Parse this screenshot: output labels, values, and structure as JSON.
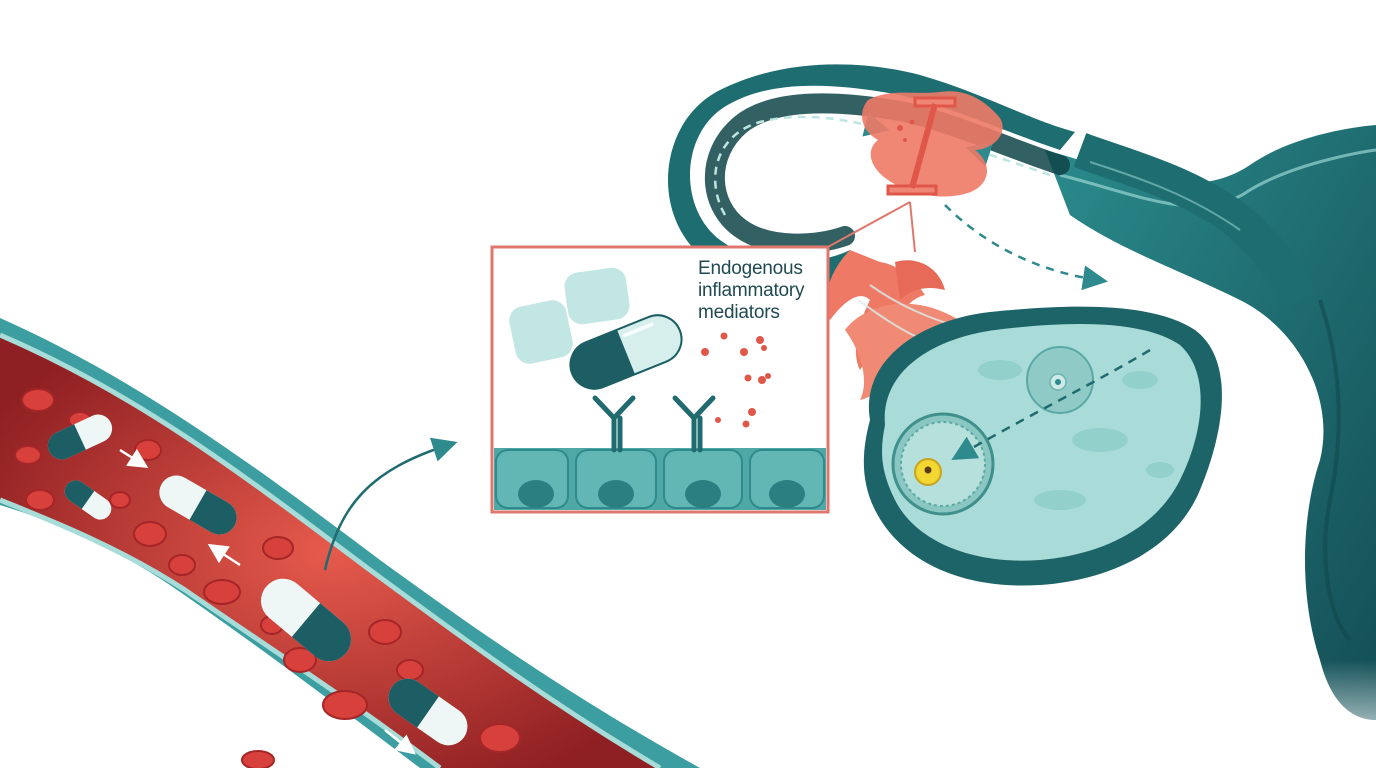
{
  "inset": {
    "label_lines": [
      "Endogenous",
      "inflammatory",
      "mediators"
    ]
  },
  "colors": {
    "teal_dark": "#175f63",
    "teal_mid": "#2e8a8c",
    "teal_light": "#8fd1cd",
    "teal_pale": "#cfeae7",
    "red_blood": "#d8403c",
    "inflammation_salmon": "#ee7a66",
    "frame_salmon": "#e0776c",
    "oocyte_yellow": "#f2d733"
  },
  "icons": [
    "capsule-icon",
    "antibody-receptor-icon",
    "red-blood-cell-icon",
    "oocyte-icon",
    "block-bar-icon"
  ]
}
